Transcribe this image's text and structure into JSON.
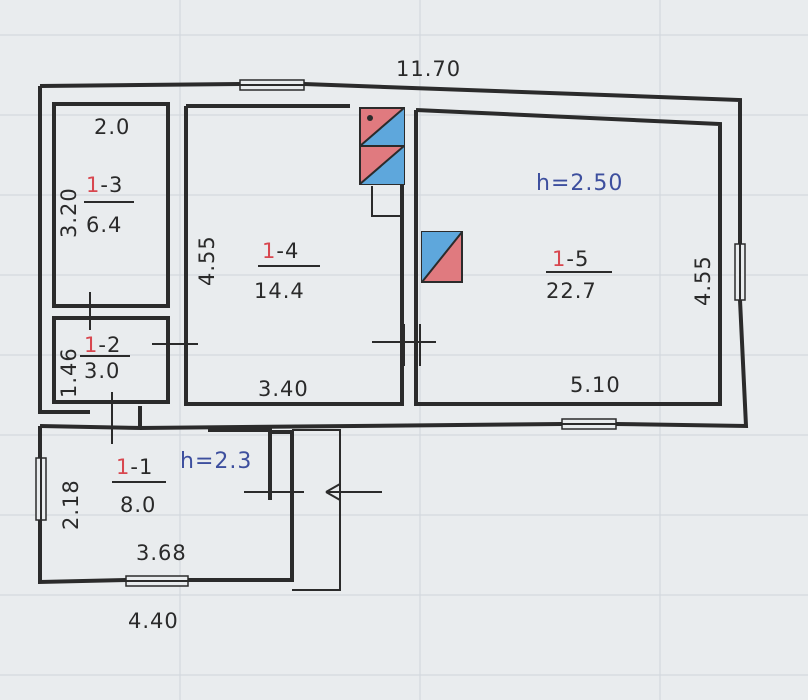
{
  "plan": {
    "overall_width": "11.70",
    "overall_depth_left": "4.40",
    "rooms": [
      {
        "prefix": "1",
        "suffix": "-3",
        "area": "6.4",
        "width": "2.0",
        "length": "3.20"
      },
      {
        "prefix": "1",
        "suffix": "-2",
        "area": "3.0",
        "length": "1.46"
      },
      {
        "prefix": "1",
        "suffix": "-4",
        "area": "14.4",
        "width": "3.40",
        "length": "4.55"
      },
      {
        "prefix": "1",
        "suffix": "-5",
        "area": "22.7",
        "width": "5.10",
        "length": "4.55"
      },
      {
        "prefix": "1",
        "suffix": "-1",
        "area": "8.0",
        "width": "3.68",
        "length": "2.18"
      }
    ],
    "heights": {
      "main": {
        "h": "h",
        "eq": "=",
        "value": "2.50"
      },
      "porch": {
        "h": "h",
        "eq": "=",
        "value": "2.3"
      }
    },
    "colors": {
      "stove_red": "#e07a7f",
      "stove_blue": "#5ea7dc",
      "red_ink": "#d8474f",
      "blue_ink": "#3d4f9e"
    }
  }
}
